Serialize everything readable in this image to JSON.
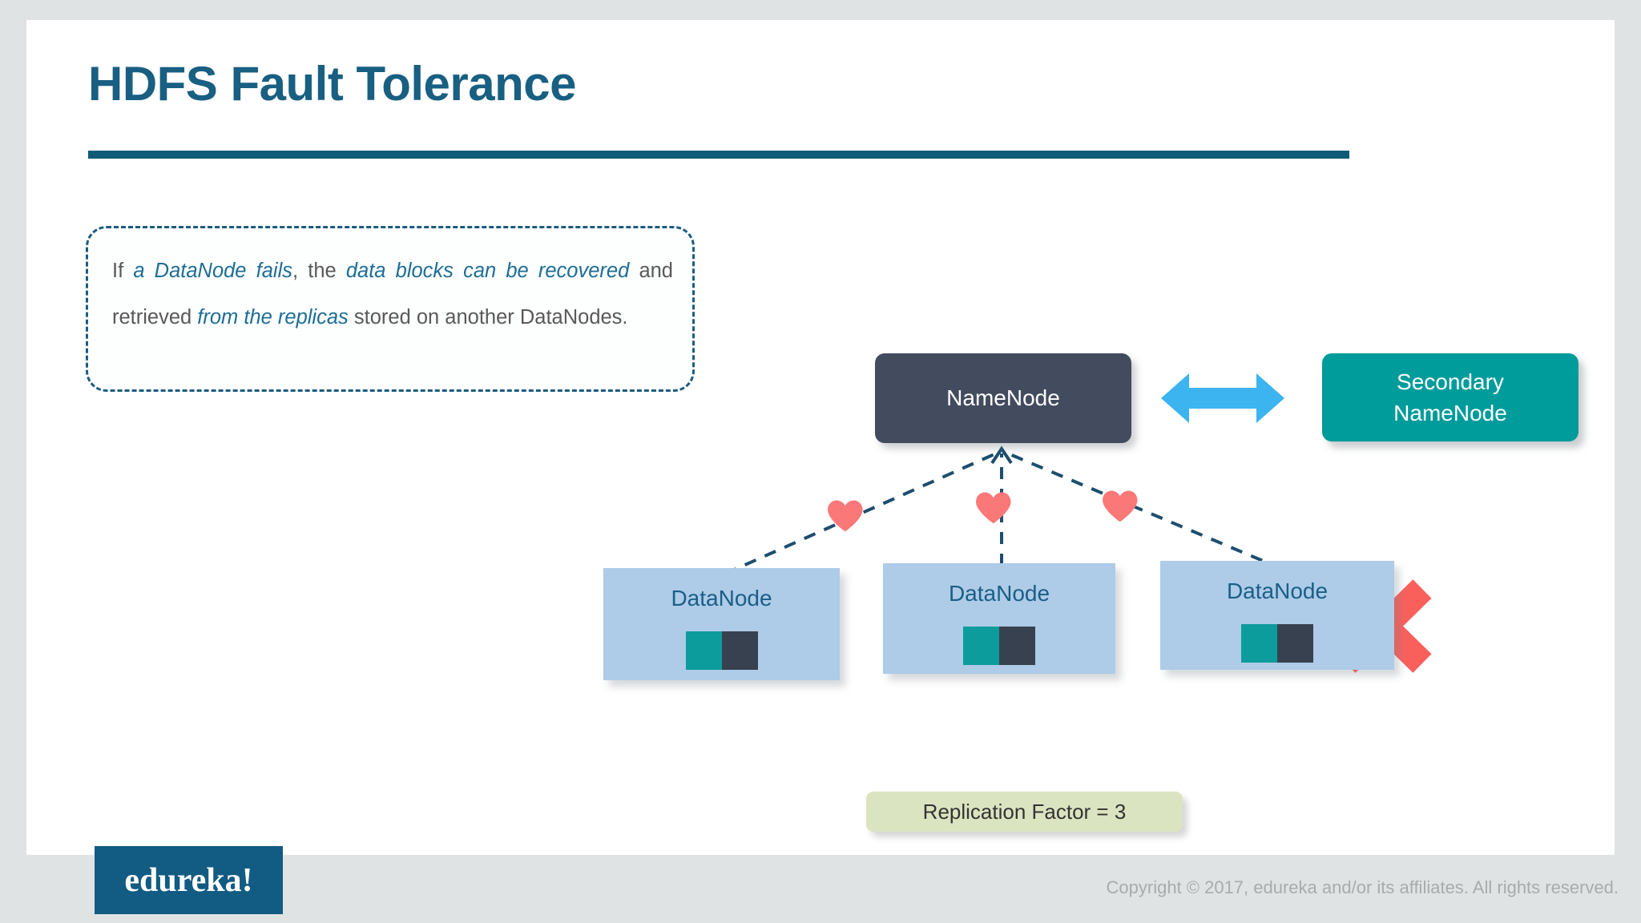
{
  "slide": {
    "title": "HDFS Fault Tolerance",
    "background_color": "#e0e3e3",
    "canvas_color": "#ffffff",
    "title_color": "#185f82",
    "rule_color": "#105b78"
  },
  "callout": {
    "segments": [
      {
        "text": "If ",
        "style": "normal"
      },
      {
        "text": "a DataNode fails",
        "style": "emphasis"
      },
      {
        "text": ", the ",
        "style": "normal"
      },
      {
        "text": "data blocks can be recovered",
        "style": "emphasis"
      },
      {
        "text": " and retrieved ",
        "style": "normal"
      },
      {
        "text": "from the replicas",
        "style": "emphasis"
      },
      {
        "text": " stored on another DataNodes.",
        "style": "normal"
      }
    ],
    "border_color": "#1d5c81",
    "emphasis_color": "#1d6d96",
    "text_color": "#595959"
  },
  "diagram": {
    "namenode": {
      "label": "NameNode",
      "color": "#434c5e",
      "text_color": "#ffffff"
    },
    "secondary_namenode": {
      "label_line1": "Secondary",
      "label_line2": "NameNode",
      "color": "#009b9b",
      "text_color": "#ffffff"
    },
    "sync_arrow": {
      "name": "double-headed-arrow",
      "color": "#3cb4f0"
    },
    "datanodes": [
      {
        "label": "DataNode",
        "failed": false,
        "blocks": [
          "#0d9c9c",
          "#37414f"
        ]
      },
      {
        "label": "DataNode",
        "failed": false,
        "blocks": [
          "#0d9c9c",
          "#37414f"
        ]
      },
      {
        "label": "DataNode",
        "failed": true,
        "blocks": [
          "#0d9c9c",
          "#37414f"
        ]
      }
    ],
    "datanode_color": "#aecbe8",
    "datanode_text_color": "#1a5f86",
    "heartbeats": {
      "count": 3,
      "icon": "heart-icon",
      "color": "#fa7878"
    },
    "connector": {
      "style": "dashed",
      "color": "#1d4e6e",
      "arrowhead": "up"
    },
    "failure_marker": {
      "icon": "red-x-icon",
      "color": "#f9605c"
    }
  },
  "replication": {
    "label": "Replication Factor = 3",
    "box_color": "#dbe4c0",
    "text_color": "#333333"
  },
  "footer": {
    "logo_text": "edureka!",
    "logo_color": "#125b82",
    "copyright": "Copyright © 2017, edureka and/or its affiliates. All rights reserved.",
    "copyright_color": "#a6acae"
  }
}
